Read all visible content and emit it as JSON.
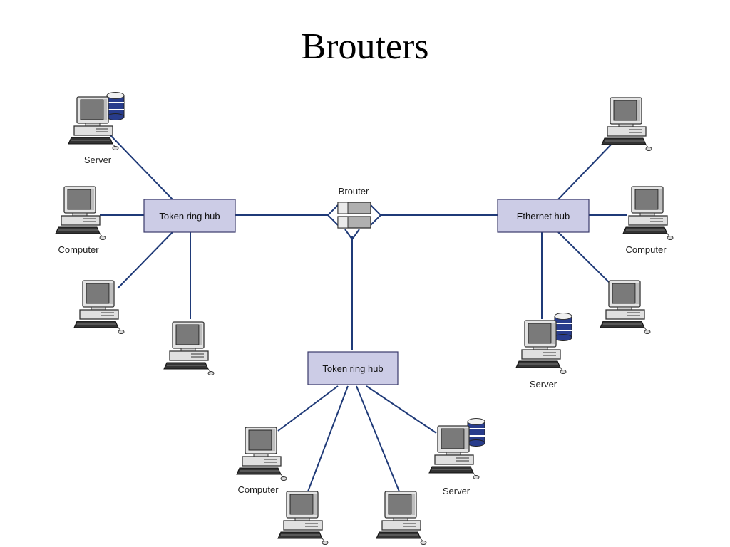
{
  "title": "Brouters",
  "router": {
    "label": "Brouter"
  },
  "hubs": {
    "left": {
      "label": "Token ring hub"
    },
    "right": {
      "label": "Ethernet hub"
    },
    "bottom": {
      "label": "Token ring hub"
    }
  },
  "device_labels": {
    "left_server": "Server",
    "left_computer": "Computer",
    "right_computer": "Computer",
    "right_server": "Server",
    "bottom_computer": "Computer",
    "bottom_server": "Server"
  },
  "colors": {
    "link": "#1f3a78",
    "hub_fill": "#cccce6",
    "hub_border": "#3a3a6a",
    "disk": "#283c8c"
  },
  "icons": [
    "computer-icon",
    "server-icon",
    "brouter-icon"
  ]
}
